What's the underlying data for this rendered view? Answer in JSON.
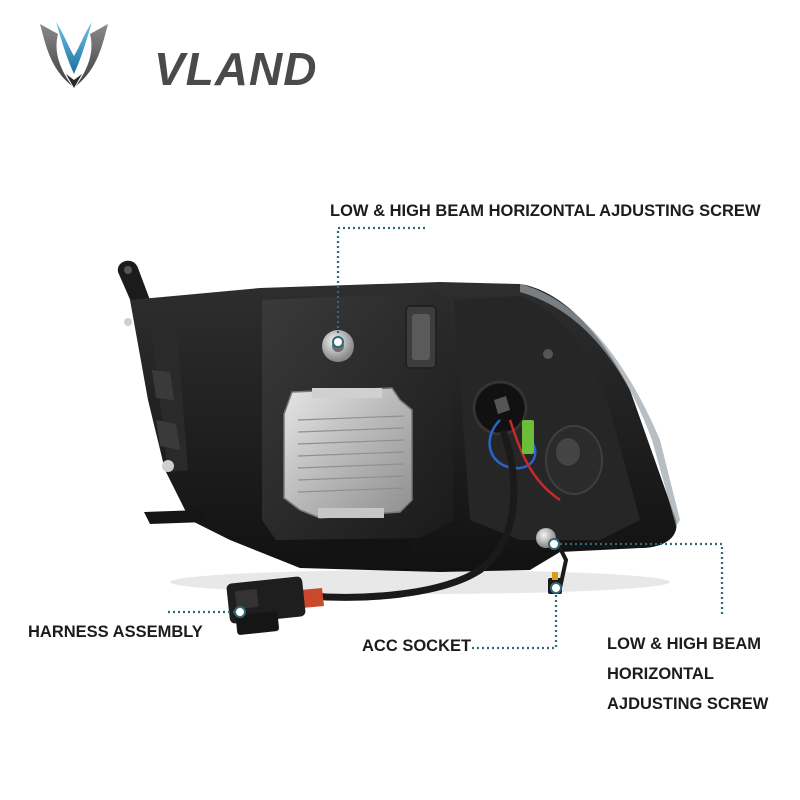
{
  "brand": {
    "name": "VLAND",
    "logo_icon": "vland-wing-emblem-icon",
    "colors": {
      "emblem_blue": "#3f98c9",
      "emblem_gray": "#6e6e6e",
      "text_gray": "#4a4a4a"
    }
  },
  "callouts": {
    "top": "LOW & HIGH BEAM HORIZONTAL AJDUSTING SCREW",
    "harness": "HARNESS ASSEMBLY",
    "acc": "ACC SOCKET",
    "right": {
      "line1": "LOW & HIGH BEAM",
      "line2": "HORIZONTAL",
      "line3": "AJDUSTING SCREW"
    },
    "leader_color": "#2f6a78"
  },
  "image": {
    "subject": "headlight-rear-housing",
    "background": "#ffffff"
  }
}
